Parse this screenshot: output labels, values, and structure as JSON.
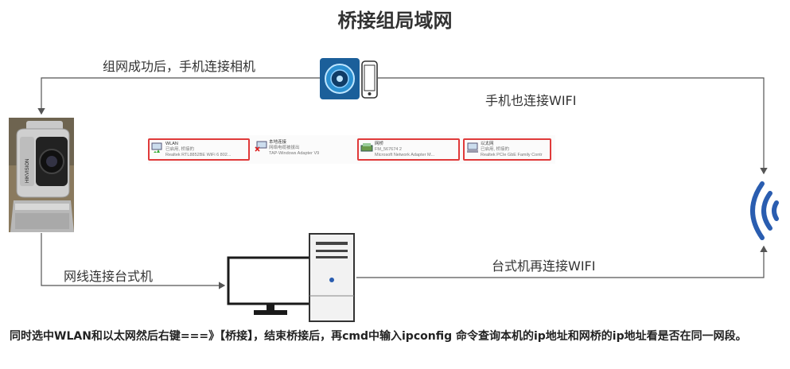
{
  "title": "桥接组局域网",
  "labels": {
    "camera_to_phone": "组网成功后，手机连接相机",
    "phone_wifi": "手机也连接WIFI",
    "camera_lan": "网线连接台式机",
    "desktop_wifi": "台式机再连接WIFI"
  },
  "adapters": [
    {
      "name": "WLAN",
      "status": "已启用, 桥接的",
      "device": "Realtek RTL8852BE WiFi 6 802...",
      "highlighted": true,
      "icon": "wifi-adapter-icon"
    },
    {
      "name": "本地连接",
      "status": "网络电缆被拔出",
      "device": "TAP-Windows Adapter V9",
      "highlighted": false,
      "icon": "disconnected-adapter-icon"
    },
    {
      "name": "网桥",
      "status": "FM_567674 2",
      "device": "Microsoft Network Adapter M...",
      "highlighted": true,
      "icon": "bridge-adapter-icon"
    },
    {
      "name": "以太网",
      "status": "已启用, 桥接的",
      "device": "Realtek PCIe GbE Family Contr",
      "highlighted": true,
      "icon": "ethernet-adapter-icon"
    }
  ],
  "note": "同时选中WLAN和以太网然后右键===》【桥接】，结束桥接后，再cmd中输入ipconfig 命令查询本机的ip地址和网桥的ip地址看是否在同一网段。",
  "camera_brand": "HIKVISION",
  "colors": {
    "highlight": "#e03a3a",
    "wifi": "#2a5db0",
    "line": "#555555"
  },
  "icons": [
    "camera",
    "phone-app-icon",
    "phone-icon",
    "monitor-icon",
    "tower-icon",
    "wifi-signal-icon"
  ]
}
